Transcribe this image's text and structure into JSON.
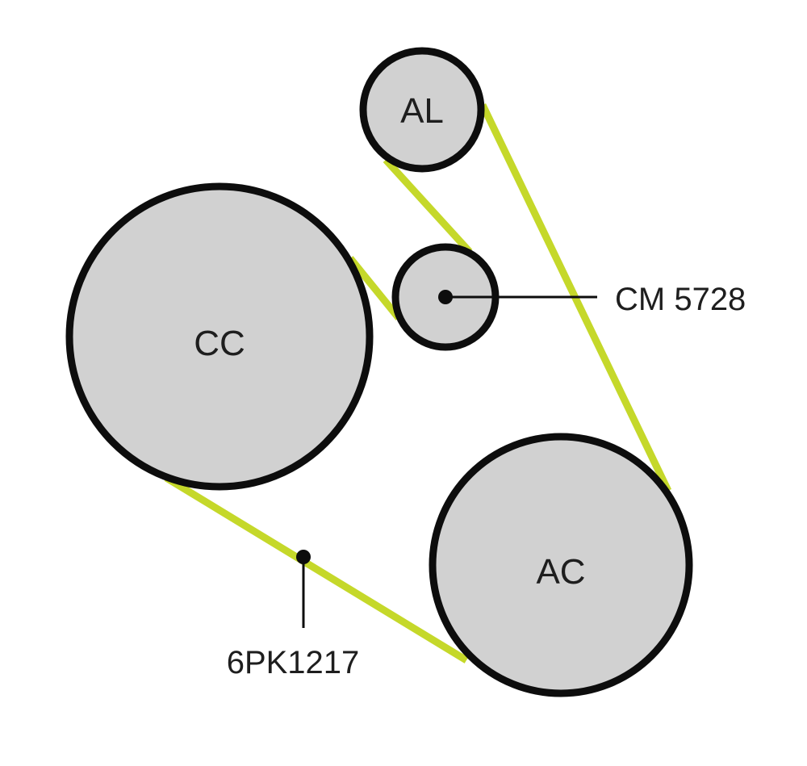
{
  "colors": {
    "belt": "#c5d82a",
    "pulley_fill": "#d1d1d1",
    "outline": "#0d0d0d",
    "background": "#ffffff"
  },
  "pulleys": {
    "al": {
      "label": "AL"
    },
    "cm": {
      "label": ""
    },
    "cc": {
      "label": "CC"
    },
    "ac": {
      "label": "AC"
    }
  },
  "callouts": {
    "tensioner": {
      "label": "CM 5728"
    },
    "belt": {
      "label": "6PK1217"
    }
  }
}
